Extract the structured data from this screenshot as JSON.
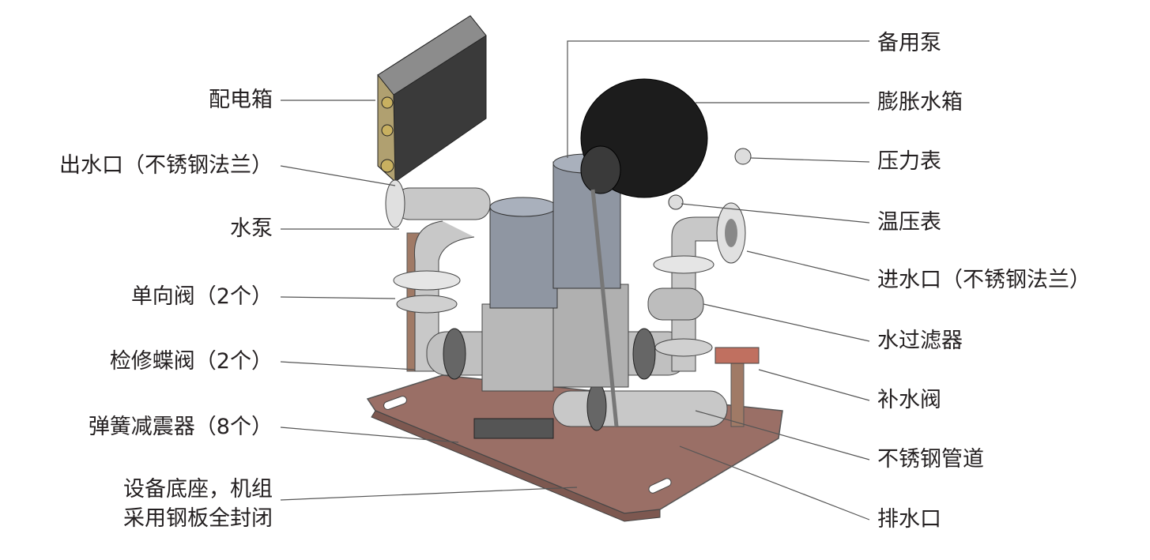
{
  "left_labels": {
    "control_box": "配电箱",
    "outlet": "出水口（不锈钢法兰）",
    "pump": "水泵",
    "check_valve": "单向阀（2个）",
    "butterfly_valve": "检修蝶阀（2个）",
    "damper": "弹簧减震器（8个）",
    "base_line1": "设备底座，机组",
    "base_line2": "采用钢板全封闭"
  },
  "right_labels": {
    "standby_pump": "备用泵",
    "expansion_tank": "膨胀水箱",
    "pressure_gauge": "压力表",
    "temp_pressure_gauge": "温压表",
    "inlet": "进水口（不锈钢法兰）",
    "water_filter": "水过滤器",
    "makeup_valve": "补水阀",
    "stainless_pipe": "不锈钢管道",
    "drain": "排水口"
  },
  "colors": {
    "base_plate": "#9a6f66",
    "pipe": "#c8c8c8",
    "motor": "#9ba3b0",
    "tank": "#1c1c1c",
    "box": "#3a3a3a"
  }
}
